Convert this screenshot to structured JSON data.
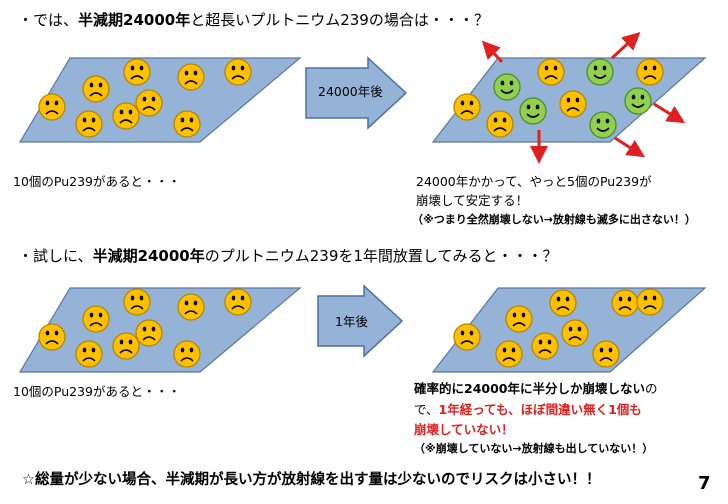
{
  "heading1": {
    "prefix": "・では、",
    "bold": "半減期24000年",
    "suffix": "と超長いプルトニウム239の場合は・・・？"
  },
  "heading2": {
    "prefix": "・試しに、",
    "bold": "半減期24000年",
    "suffix": "のプルトニウム239を1年間放置してみると・・・？"
  },
  "row1": {
    "arrow_label": "24000年後",
    "left_caption": "10個のPu239があると・・・",
    "right_line1": "24000年かかって、やっと5個のPu239が",
    "right_line2": "崩壊して安定する！",
    "right_note": "（※つまり全然崩壊しない→放射線も滅多に出さない！）"
  },
  "row2": {
    "arrow_label": "1年後",
    "left_caption": "10個のPu239があると・・・",
    "right_line1_bold": "確率的に24000年に半分しか崩壊しない",
    "right_line1_tail": "の",
    "right_line2_prefix": "で、",
    "right_line2_red": "1年経っても、ほぼ間違い無く1個も",
    "right_line3_red": "崩壊していない！",
    "right_note": "（※崩壊していない→放射線も出していない！）"
  },
  "footer": "☆総量が少ない場合、半減期が長い方が放射線を出す量は少ないのでリスクは小さい！！",
  "page_number": "7",
  "colors": {
    "plane": "#95b3d7",
    "plane_stroke": "#4f6228",
    "face_orange": "#ffc000",
    "face_green": "#92d050",
    "arrow_fill": "#95b3d7",
    "emission_red": "#e02020"
  },
  "icon_names": [
    "sad-face-icon",
    "happy-face-icon",
    "radiation-arrow-icon",
    "right-arrow-icon"
  ]
}
